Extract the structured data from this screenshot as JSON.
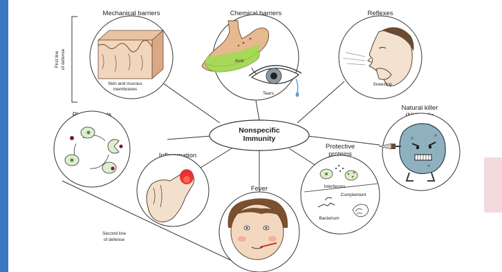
{
  "hub": {
    "line1": "Nonspecific",
    "line2": "Immunity"
  },
  "first_line": {
    "line1": "First line",
    "line2": "of defense"
  },
  "second_line": {
    "line1": "Second line",
    "line2": "of defense"
  },
  "nodes": {
    "mechanical": {
      "title": "Mechanical barriers",
      "caption1": "Skin and mucous",
      "caption2": "membranes"
    },
    "chemical": {
      "title": "Chemical barriers",
      "acid": "Acid",
      "tears": "Tears"
    },
    "reflexes": {
      "title": "Reflexes",
      "caption": "Sneezing"
    },
    "nk": {
      "title1": "Natural killer",
      "title2": "(NK) cells"
    },
    "phagocytosis": {
      "title": "Phagocytosis"
    },
    "inflammation": {
      "title": "Inflammation"
    },
    "fever": {
      "title": "Fever"
    },
    "proteins": {
      "title1": "Protective",
      "title2": "proteins",
      "interferons": "Interferons",
      "complement": "Complement",
      "bacterium": "Bacterium"
    }
  },
  "colors": {
    "acid": "#a6d957",
    "stomach": "#e6b98f",
    "inflamed": "#e8202a",
    "nk_cell": "#8fb0bf",
    "skin_top": "#e9c3a2",
    "left_bar": "#3a78c4",
    "right_tab": "#f3dadd"
  }
}
